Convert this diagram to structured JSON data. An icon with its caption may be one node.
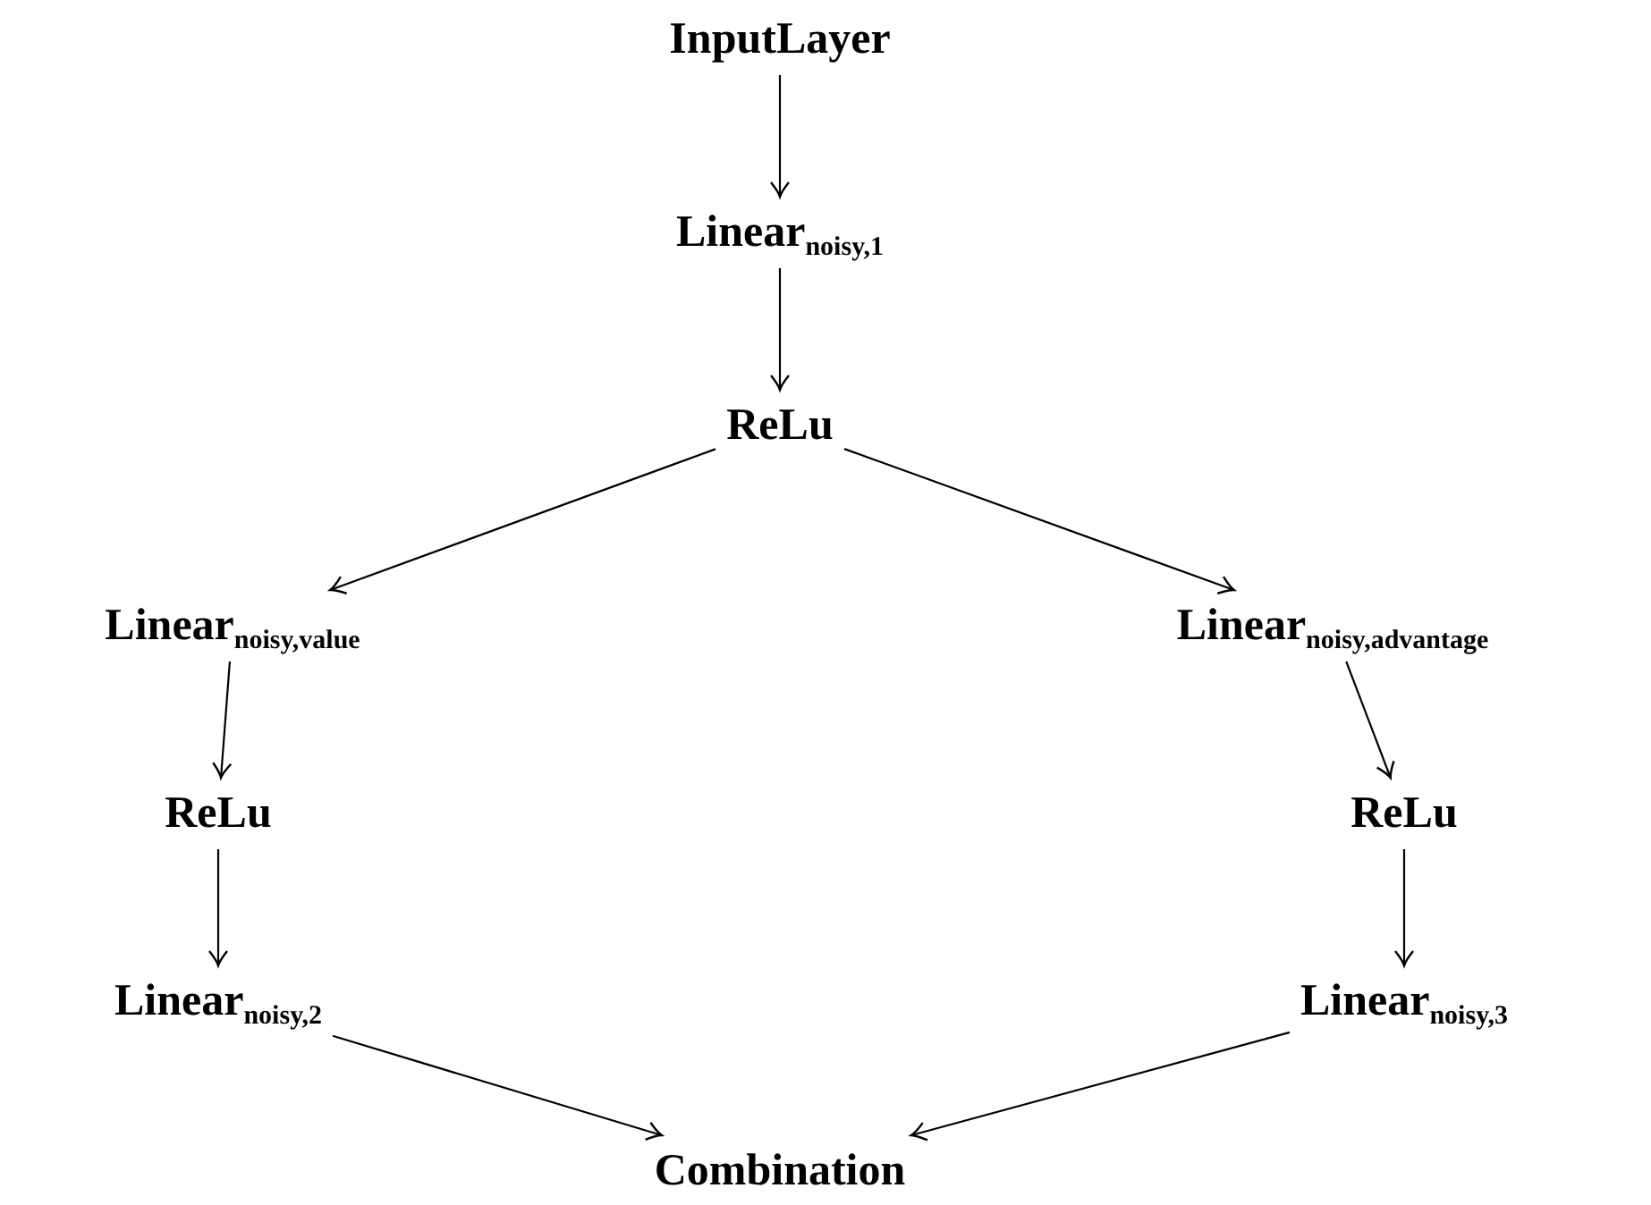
{
  "diagram": {
    "nodes": [
      {
        "text": [
          "InputLayer"
        ]
      },
      {
        "text": [
          "Linear$_{noisy,1}$"
        ]
      },
      {
        "text": [
          "ReLu"
        ]
      },
      {
        "text": [
          "Linear$_{noisy,value}$"
        ]
      },
      {
        "text": [
          "Linear$_{noisy,advantage}$"
        ]
      },
      {
        "text": [
          "ReLu"
        ]
      },
      {
        "text": [
          "ReLu"
        ]
      },
      {
        "text": [
          "Linear$_{noisy,2}$"
        ]
      },
      {
        "text": [
          "Linear$_{noisy,3}$"
        ]
      },
      {
        "text": [
          "Combination"
        ]
      }
    ],
    "edges": [
      {
        "from": 0,
        "to": 1,
        "arrow": "to"
      },
      {
        "from": 1,
        "to": 2,
        "arrow": "to"
      },
      {
        "from": 2,
        "to": 3,
        "arrow": "to"
      },
      {
        "from": 2,
        "to": 4,
        "arrow": "to"
      },
      {
        "from": 3,
        "to": 5,
        "arrow": "to"
      },
      {
        "from": 4,
        "to": 6,
        "arrow": "to"
      },
      {
        "from": 5,
        "to": 7,
        "arrow": "to"
      },
      {
        "from": 6,
        "to": 8,
        "arrow": "to"
      },
      {
        "from": 7,
        "to": 9,
        "arrow": "to"
      },
      {
        "from": 8,
        "to": 9,
        "arrow": "to"
      }
    ]
  }
}
